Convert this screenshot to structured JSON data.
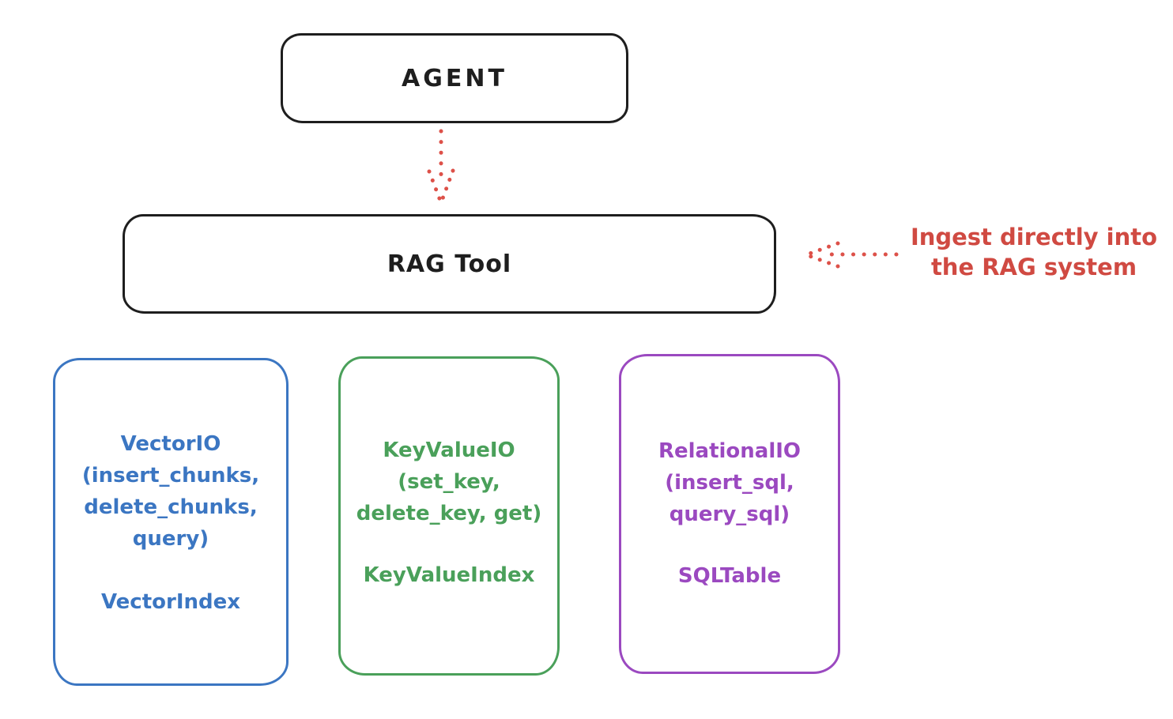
{
  "agent": {
    "label": "AGENT"
  },
  "rag_tool": {
    "label": "RAG Tool"
  },
  "annotation": {
    "text_line1": "Ingest directly into",
    "text_line2": "the RAG system",
    "color": "#d04a42"
  },
  "arrows": {
    "agent_to_rag": {
      "style": "dotted",
      "direction": "down",
      "color": "#dd5149"
    },
    "annotation_to_rag": {
      "style": "dotted",
      "direction": "left",
      "color": "#dd5149"
    }
  },
  "storage_boxes": [
    {
      "name": "vector-io",
      "color": "#3b76c2",
      "io_text": "VectorIO\n(insert_chunks,\ndelete_chunks,\nquery)",
      "index_label": "VectorIndex"
    },
    {
      "name": "keyvalue-io",
      "color": "#4aa05a",
      "io_text": "KeyValueIO\n(set_key,\ndelete_key, get)",
      "index_label": "KeyValueIndex"
    },
    {
      "name": "relational-io",
      "color": "#9b49c0",
      "io_text": "RelationalIO\n(insert_sql,\nquery_sql)",
      "index_label": "SQLTable"
    }
  ],
  "colors": {
    "stroke_black": "#1e1e1e",
    "background": "#ffffff"
  }
}
